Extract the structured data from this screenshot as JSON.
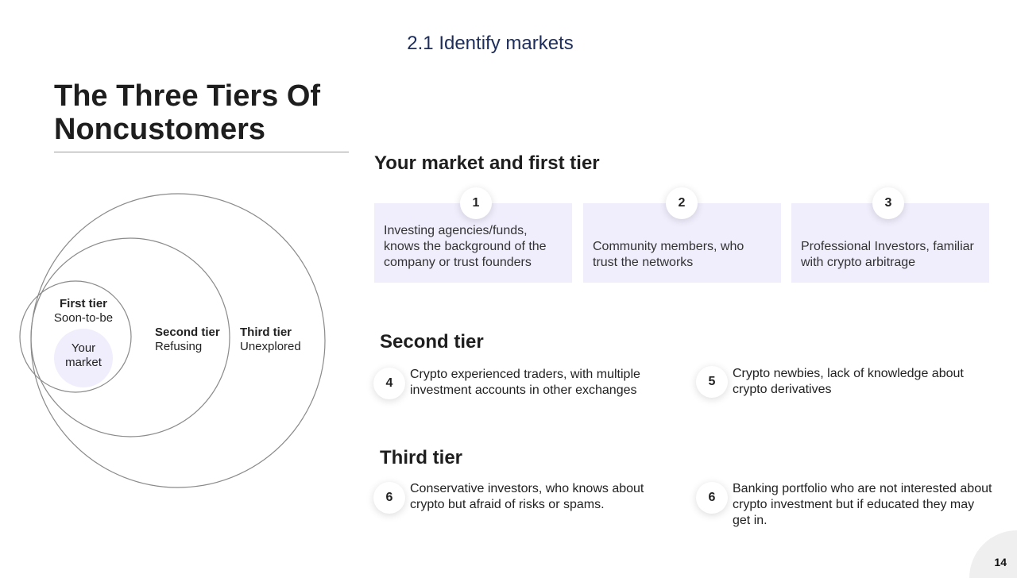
{
  "header": {
    "section_label": "2.1 Identify markets"
  },
  "title": {
    "line1": "The Three Tiers Of",
    "line2": "Noncustomers"
  },
  "diagram": {
    "first_tier": {
      "title": "First tier",
      "subtitle": "Soon-to-be"
    },
    "second_tier": {
      "title": "Second tier",
      "subtitle": "Refusing"
    },
    "third_tier": {
      "title": "Third tier",
      "subtitle": "Unexplored"
    },
    "your_market": {
      "line1": "Your",
      "line2": "market"
    },
    "colors": {
      "ring": "#8a8a8a",
      "market_fill": "#f0eefc"
    }
  },
  "first_tier_section": {
    "heading": "Your market and first tier",
    "cards": [
      {
        "number": "1",
        "text": "Investing agencies/funds, knows the background of the company or trust founders"
      },
      {
        "number": "2",
        "text": "Community members, who trust the networks"
      },
      {
        "number": "3",
        "text": "Professional Investors, familiar with crypto arbitrage"
      }
    ]
  },
  "second_tier_section": {
    "heading": "Second tier",
    "items": [
      {
        "number": "4",
        "text": "Crypto experienced traders, with multiple investment accounts in other exchanges"
      },
      {
        "number": "5",
        "text": "Crypto newbies, lack of knowledge about crypto derivatives"
      }
    ]
  },
  "third_tier_section": {
    "heading": "Third tier",
    "items": [
      {
        "number": "6",
        "text": "Conservative investors, who knows about crypto but afraid of risks or spams."
      },
      {
        "number": "6",
        "text": "Banking portfolio who are not interested about crypto investment but if educated they may get in."
      }
    ]
  },
  "footer": {
    "page_number": "14"
  }
}
